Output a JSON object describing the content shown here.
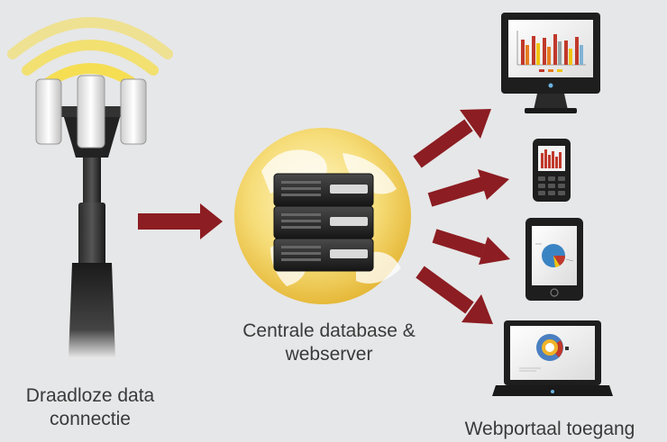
{
  "labels": {
    "antenna_line1": "Draadloze data",
    "antenna_line2": "connectie",
    "server_line1": "Centrale database &",
    "server_line2": "webserver",
    "portal": "Webportaal toegang"
  },
  "colors": {
    "background": "#e6e7e8",
    "arrow": "#8c1d22",
    "signal": "#f5dd4a",
    "globe": "#f3d36a",
    "device_dark": "#1e1e1e",
    "label_text": "#3a3a3a"
  },
  "icons": {
    "antenna": "cell-tower-antenna-icon",
    "server": "server-rack-globe-icon",
    "monitor": "desktop-monitor-icon",
    "phone": "smartphone-icon",
    "tablet": "tablet-icon",
    "laptop": "laptop-icon"
  }
}
